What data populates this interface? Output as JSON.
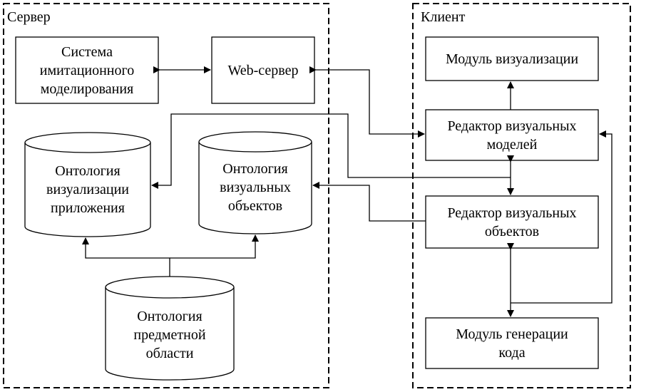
{
  "server": {
    "title": "Сервер",
    "simulation_system": "Система\nимитационного\nмоделирования",
    "web_server": "Web-сервер",
    "app_visualization_ontology": "Онтология\nвизуализации\nприложения",
    "visual_objects_ontology": "Онтология\nвизуальных\nобъектов",
    "domain_ontology": "Онтология\nпредметной\nобласти"
  },
  "client": {
    "title": "Клиент",
    "visualization_module": "Модуль визуализации",
    "visual_models_editor": "Редактор визуальных\nмоделей",
    "visual_objects_editor": "Редактор визуальных\nобъектов",
    "code_generation_module": "Модуль генерации\nкода"
  }
}
